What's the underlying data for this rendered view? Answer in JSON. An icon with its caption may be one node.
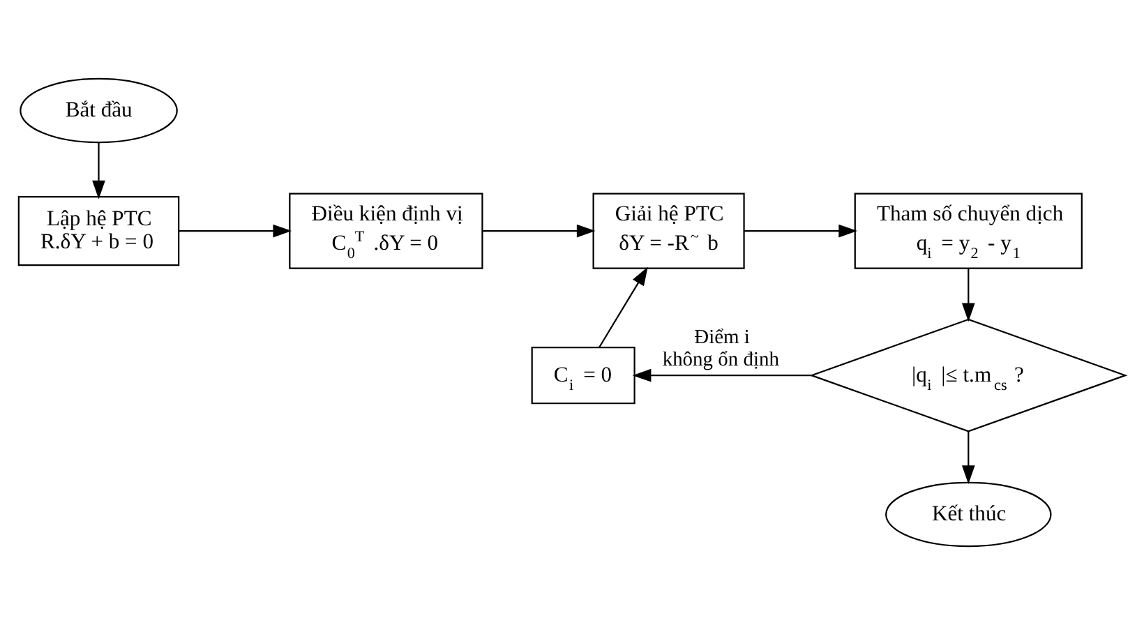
{
  "diagram": {
    "nodes": [
      {
        "text": [
          "Bắt đầu"
        ]
      },
      {
        "text": [
          "Lập hệ PTC",
          "R.δY + b = 0"
        ]
      },
      {
        "text": [
          "Điều kiện định vị",
          "C$_{0}$$^{T}$ .δY = 0"
        ]
      },
      {
        "text": [
          "Giải hệ PTC",
          "δY = -R$^{~}$ b"
        ]
      },
      {
        "text": [
          "Tham số chuyển dịch",
          "q$_{i}$ = y$_{2}$ - y$_{1}$"
        ]
      },
      {
        "text": [
          "|q$_{i}$ |≤ t.m$_{cs}$ ?"
        ]
      },
      {
        "text": [
          "C$_{i}$ = 0"
        ]
      },
      {
        "text": [
          "Kết thúc"
        ]
      }
    ],
    "edges": [
      {
        "from": 0,
        "to": 1,
        "arrow": "to"
      },
      {
        "from": 1,
        "to": 2,
        "arrow": "to"
      },
      {
        "from": 2,
        "to": 3,
        "arrow": "to"
      },
      {
        "from": 3,
        "to": 4,
        "arrow": "to"
      },
      {
        "from": 4,
        "to": 5,
        "arrow": "to"
      },
      {
        "from": 5,
        "to": 6,
        "arrow": "to",
        "label": "Điểm i không ổn định"
      },
      {
        "from": 6,
        "to": 3,
        "arrow": "to"
      },
      {
        "from": 5,
        "to": 7,
        "arrow": "to"
      }
    ]
  }
}
